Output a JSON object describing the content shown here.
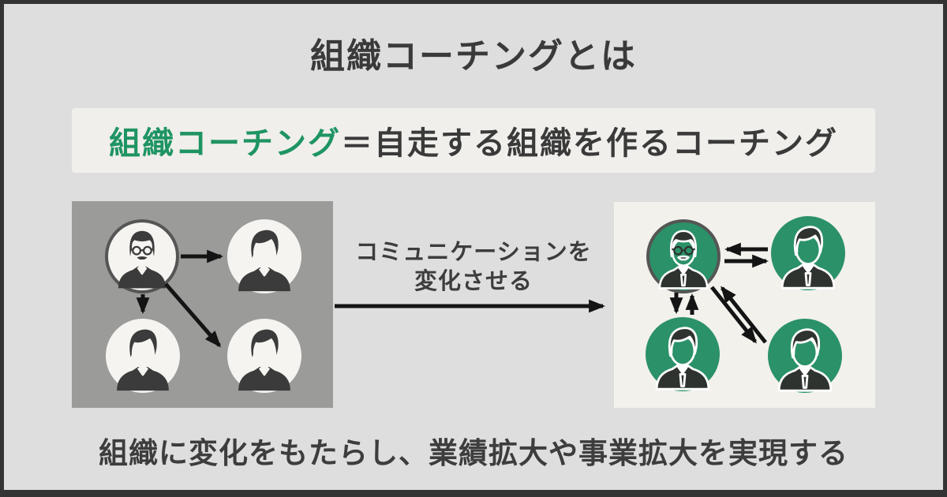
{
  "title": "組織コーチングとは",
  "definition": {
    "highlight": "組織コーチング",
    "rest": "＝自走する組織を作るコーチング"
  },
  "transition_label": {
    "line1": "コミュニケーションを",
    "line2": "変化させる"
  },
  "footer": "組織に変化をもたらし、業績拡大や事業拡大を実現する",
  "colors": {
    "frame": "#333333",
    "background": "#dedede",
    "definition_box_bg": "#f0efeb",
    "before_panel_bg": "#9b9b99",
    "after_panel_bg": "#f2f1ec",
    "accent_green_text": "#1f9463",
    "avatar_green": "#2b9168",
    "avatar_light": "#f5f4f0",
    "avatar_ring": "#555555",
    "text_dark": "#3a3a3a",
    "arrow": "#141414"
  },
  "icons": [
    "boss-avatar-icon",
    "member-avatar-icon",
    "one-way-arrow-icon",
    "two-way-arrow-icon",
    "transition-arrow-icon"
  ]
}
